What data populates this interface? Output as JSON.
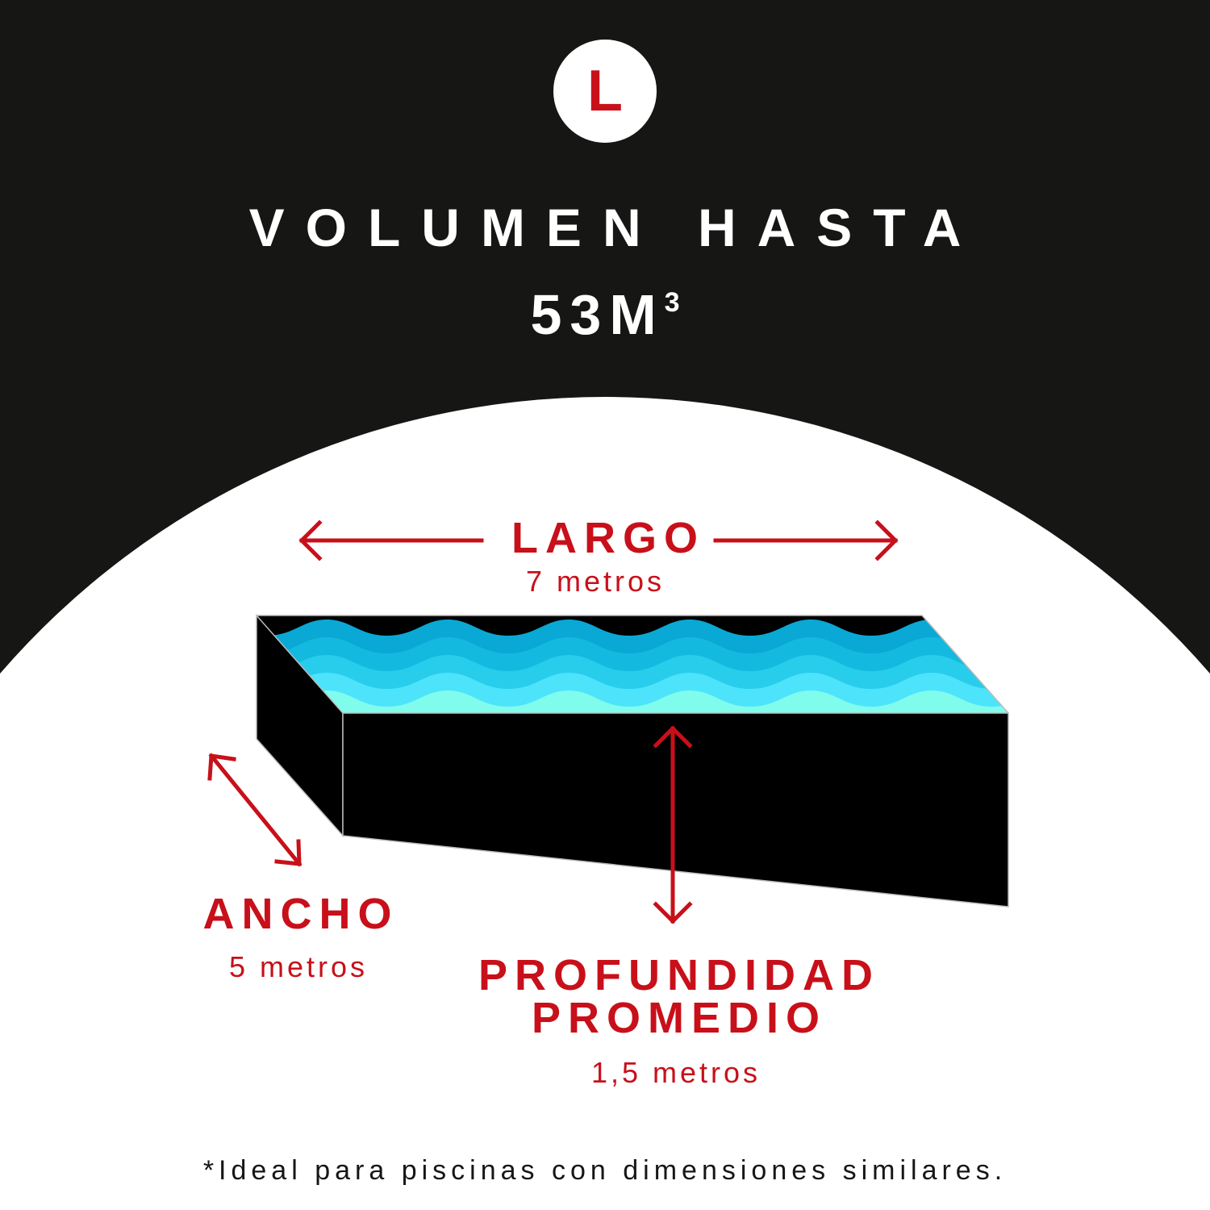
{
  "badge": "L",
  "title": "VOLUMEN HASTA",
  "volume": {
    "value": "53M",
    "exponent": "3"
  },
  "dimensions": {
    "largo": {
      "label": "LARGO",
      "value": "7 metros"
    },
    "ancho": {
      "label": "ANCHO",
      "value": "5 metros"
    },
    "profundidad": {
      "label_line1": "PROFUNDIDAD",
      "label_line2": "PROMEDIO",
      "value": "1,5 metros"
    }
  },
  "footnote": "*Ideal para piscinas con dimensiones similares.",
  "colors": {
    "accent": "#c8101a",
    "background": "#161615",
    "water": [
      "#0aa8d4",
      "#14b9df",
      "#28cdeb",
      "#4de3fb",
      "#7ffcec"
    ]
  }
}
